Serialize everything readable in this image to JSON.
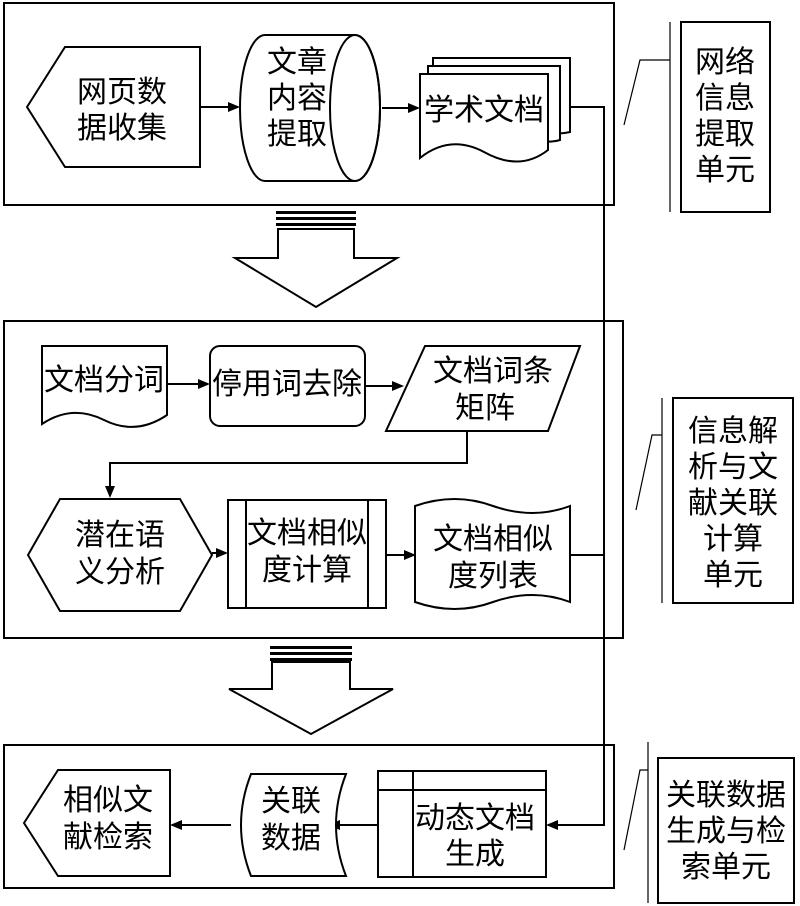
{
  "units": {
    "web_extraction": [
      "网络",
      "信息",
      "提取",
      "单元"
    ],
    "analysis": [
      "信息解",
      "析与文",
      "献关联",
      "计算",
      "单元"
    ],
    "retrieval": [
      "关联数据",
      "生成与检",
      "索单元"
    ]
  },
  "nodes": {
    "web_data_collection": [
      "网页数",
      "据收集"
    ],
    "article_extraction": [
      "文章",
      "内容",
      "提取"
    ],
    "academic_documents": [
      "学术文档"
    ],
    "doc_segmentation": [
      "文档分词"
    ],
    "stopword_removal": [
      "停用词去除"
    ],
    "doc_term_matrix": [
      "文档词条",
      "矩阵"
    ],
    "lsa": [
      "潜在语",
      "义分析"
    ],
    "similarity_calc": [
      "文档相似",
      "度计算"
    ],
    "similarity_list": [
      "文档相似",
      "度列表"
    ],
    "dynamic_doc_gen": [
      "动态文档",
      "生成"
    ],
    "linked_data": [
      "关联",
      "数据"
    ],
    "similar_retrieval": [
      "相似文",
      "献检索"
    ]
  }
}
